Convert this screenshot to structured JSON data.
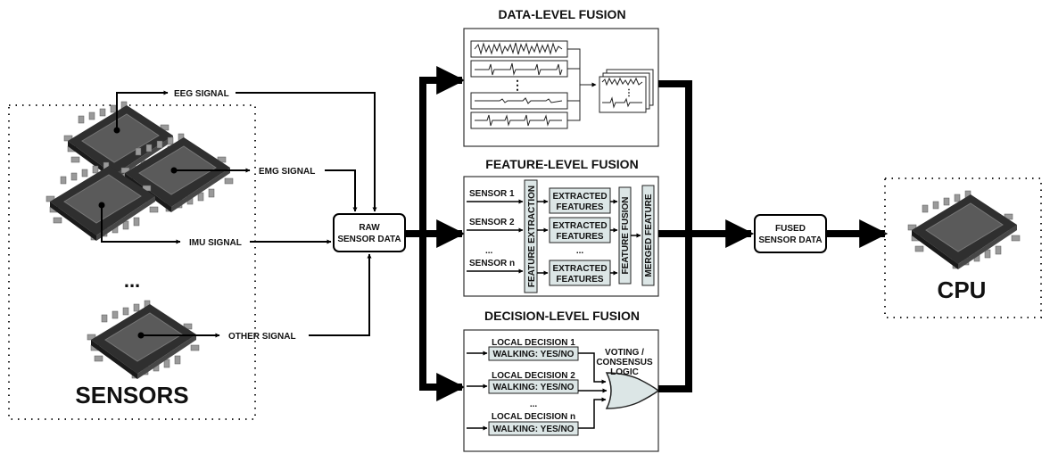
{
  "sensors_panel": {
    "title": "SENSORS",
    "ellipsis": "...",
    "signals": {
      "eeg": "EEG SIGNAL",
      "emg": "EMG SIGNAL",
      "imu": "IMU SIGNAL",
      "other": "OTHER SIGNAL"
    }
  },
  "raw_box": {
    "line1": "RAW",
    "line2": "SENSOR DATA"
  },
  "data_level": {
    "title": "DATA-LEVEL FUSION",
    "ellipsis": "⋮"
  },
  "feature_level": {
    "title": "FEATURE-LEVEL FUSION",
    "sensors": [
      "SENSOR 1",
      "SENSOR 2",
      "...",
      "SENSOR n"
    ],
    "feature_extraction": "FEATURE EXTRACTION",
    "extracted": {
      "line1": "EXTRACTED",
      "line2": "FEATURES"
    },
    "ellipsis": "...",
    "feature_fusion": "FEATURE FUSION",
    "merged_feature": "MERGED FEATURE"
  },
  "decision_level": {
    "title": "DECISION-LEVEL FUSION",
    "local_decisions": [
      "LOCAL DECISION 1",
      "LOCAL DECISION 2",
      "LOCAL DECISION n"
    ],
    "walking": "WALKING: YES/NO",
    "ellipsis": "...",
    "voting": {
      "line1": "VOTING /",
      "line2": "CONSENSUS",
      "line3": "LOGIC"
    }
  },
  "fused_box": {
    "line1": "FUSED",
    "line2": "SENSOR DATA"
  },
  "cpu": {
    "label": "CPU"
  },
  "colors": {
    "feature_fill": "#dce6e6",
    "chip_body": "#3c3c3c",
    "chip_pin": "#9a9a9a"
  }
}
